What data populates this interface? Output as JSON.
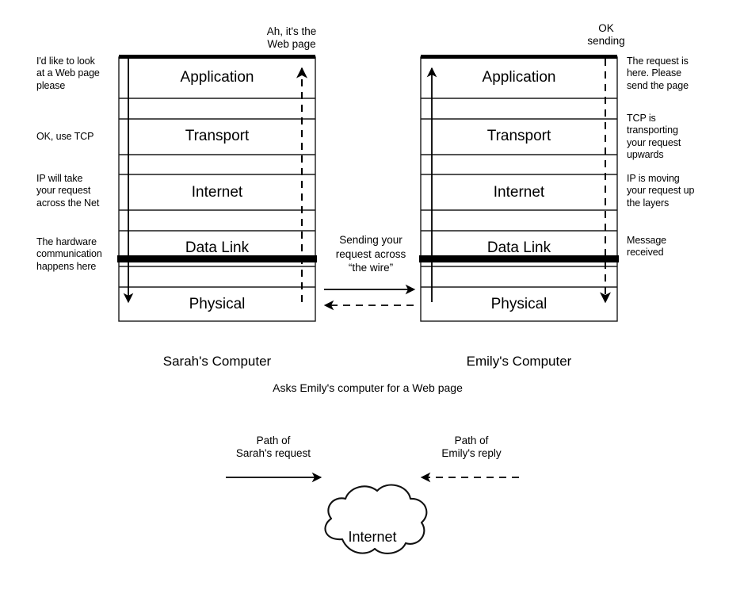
{
  "diagram": {
    "title_hidden": "TCP/IP layer communication between two computers",
    "colors": {
      "ink": "#000000",
      "paper": "#ffffff",
      "box_stroke": "#1a1a1a"
    },
    "layers": [
      "Application",
      "Transport",
      "Internet",
      "Data Link",
      "Physical"
    ],
    "left_machine": {
      "name": "Sarah's Computer",
      "caption": "Asks Emily's computer for a Web page",
      "top_bubble": "Ah, it's the\nWeb page",
      "layers": [
        "Application",
        "Transport",
        "Internet",
        "Data Link",
        "Physical"
      ],
      "annotations": [
        "I'd like to look\nat a Web page\nplease",
        "OK, use TCP",
        "IP will take\nyour request\nacross the Net",
        "The hardware\ncommunication\nhappens here"
      ]
    },
    "right_machine": {
      "name": "Emily's Computer",
      "top_bubble": "OK\nsending",
      "layers": [
        "Application",
        "Transport",
        "Internet",
        "Data Link",
        "Physical"
      ],
      "annotations": [
        "The request is\nhere. Please\nsend the page",
        "TCP is\ntransporting\nyour request\nupwards",
        "IP is moving\nyour request up\nthe layers",
        "Message\nreceived"
      ]
    },
    "middle_note": "Sending your\nrequest across\n“the wire”",
    "legend": {
      "request": {
        "label": "Path of\nSarah's request",
        "style": "solid-arrow-right"
      },
      "reply": {
        "label": "Path of\nEmily's reply",
        "style": "dashed-arrow-left"
      }
    },
    "cloud": {
      "label": "Internet"
    }
  }
}
